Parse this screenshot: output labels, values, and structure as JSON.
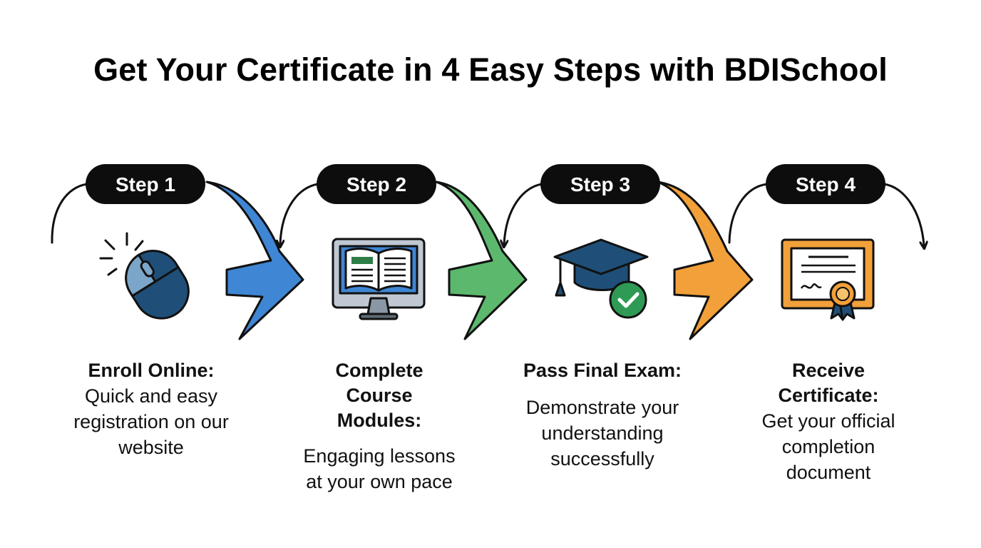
{
  "title": "Get Your Certificate in 4 Easy Steps with BDISchool",
  "steps": [
    {
      "label": "Step 1",
      "icon": "mouse-icon",
      "title": "Enroll Online:",
      "description": "Quick and easy registration on our website",
      "arrow_color": "#3f86d4"
    },
    {
      "label": "Step 2",
      "icon": "computer-book-icon",
      "title": "Complete Course Modules:",
      "description": "Engaging lessons at your own pace",
      "arrow_color": "#5cb86d"
    },
    {
      "label": "Step 3",
      "icon": "graduation-cap-check-icon",
      "title": "Pass Final Exam:",
      "description": "Demonstrate your understanding successfully",
      "arrow_color": "#f2a03a"
    },
    {
      "label": "Step 4",
      "icon": "certificate-icon",
      "title": "Receive Certificate:",
      "description": "Get your official completion document"
    }
  ],
  "colors": {
    "pill": "#0d0d0d",
    "blue": "#3f86d4",
    "green": "#5cb86d",
    "orange": "#f2a03a",
    "navy": "#1f4f78",
    "outline": "#1a1a1a"
  }
}
